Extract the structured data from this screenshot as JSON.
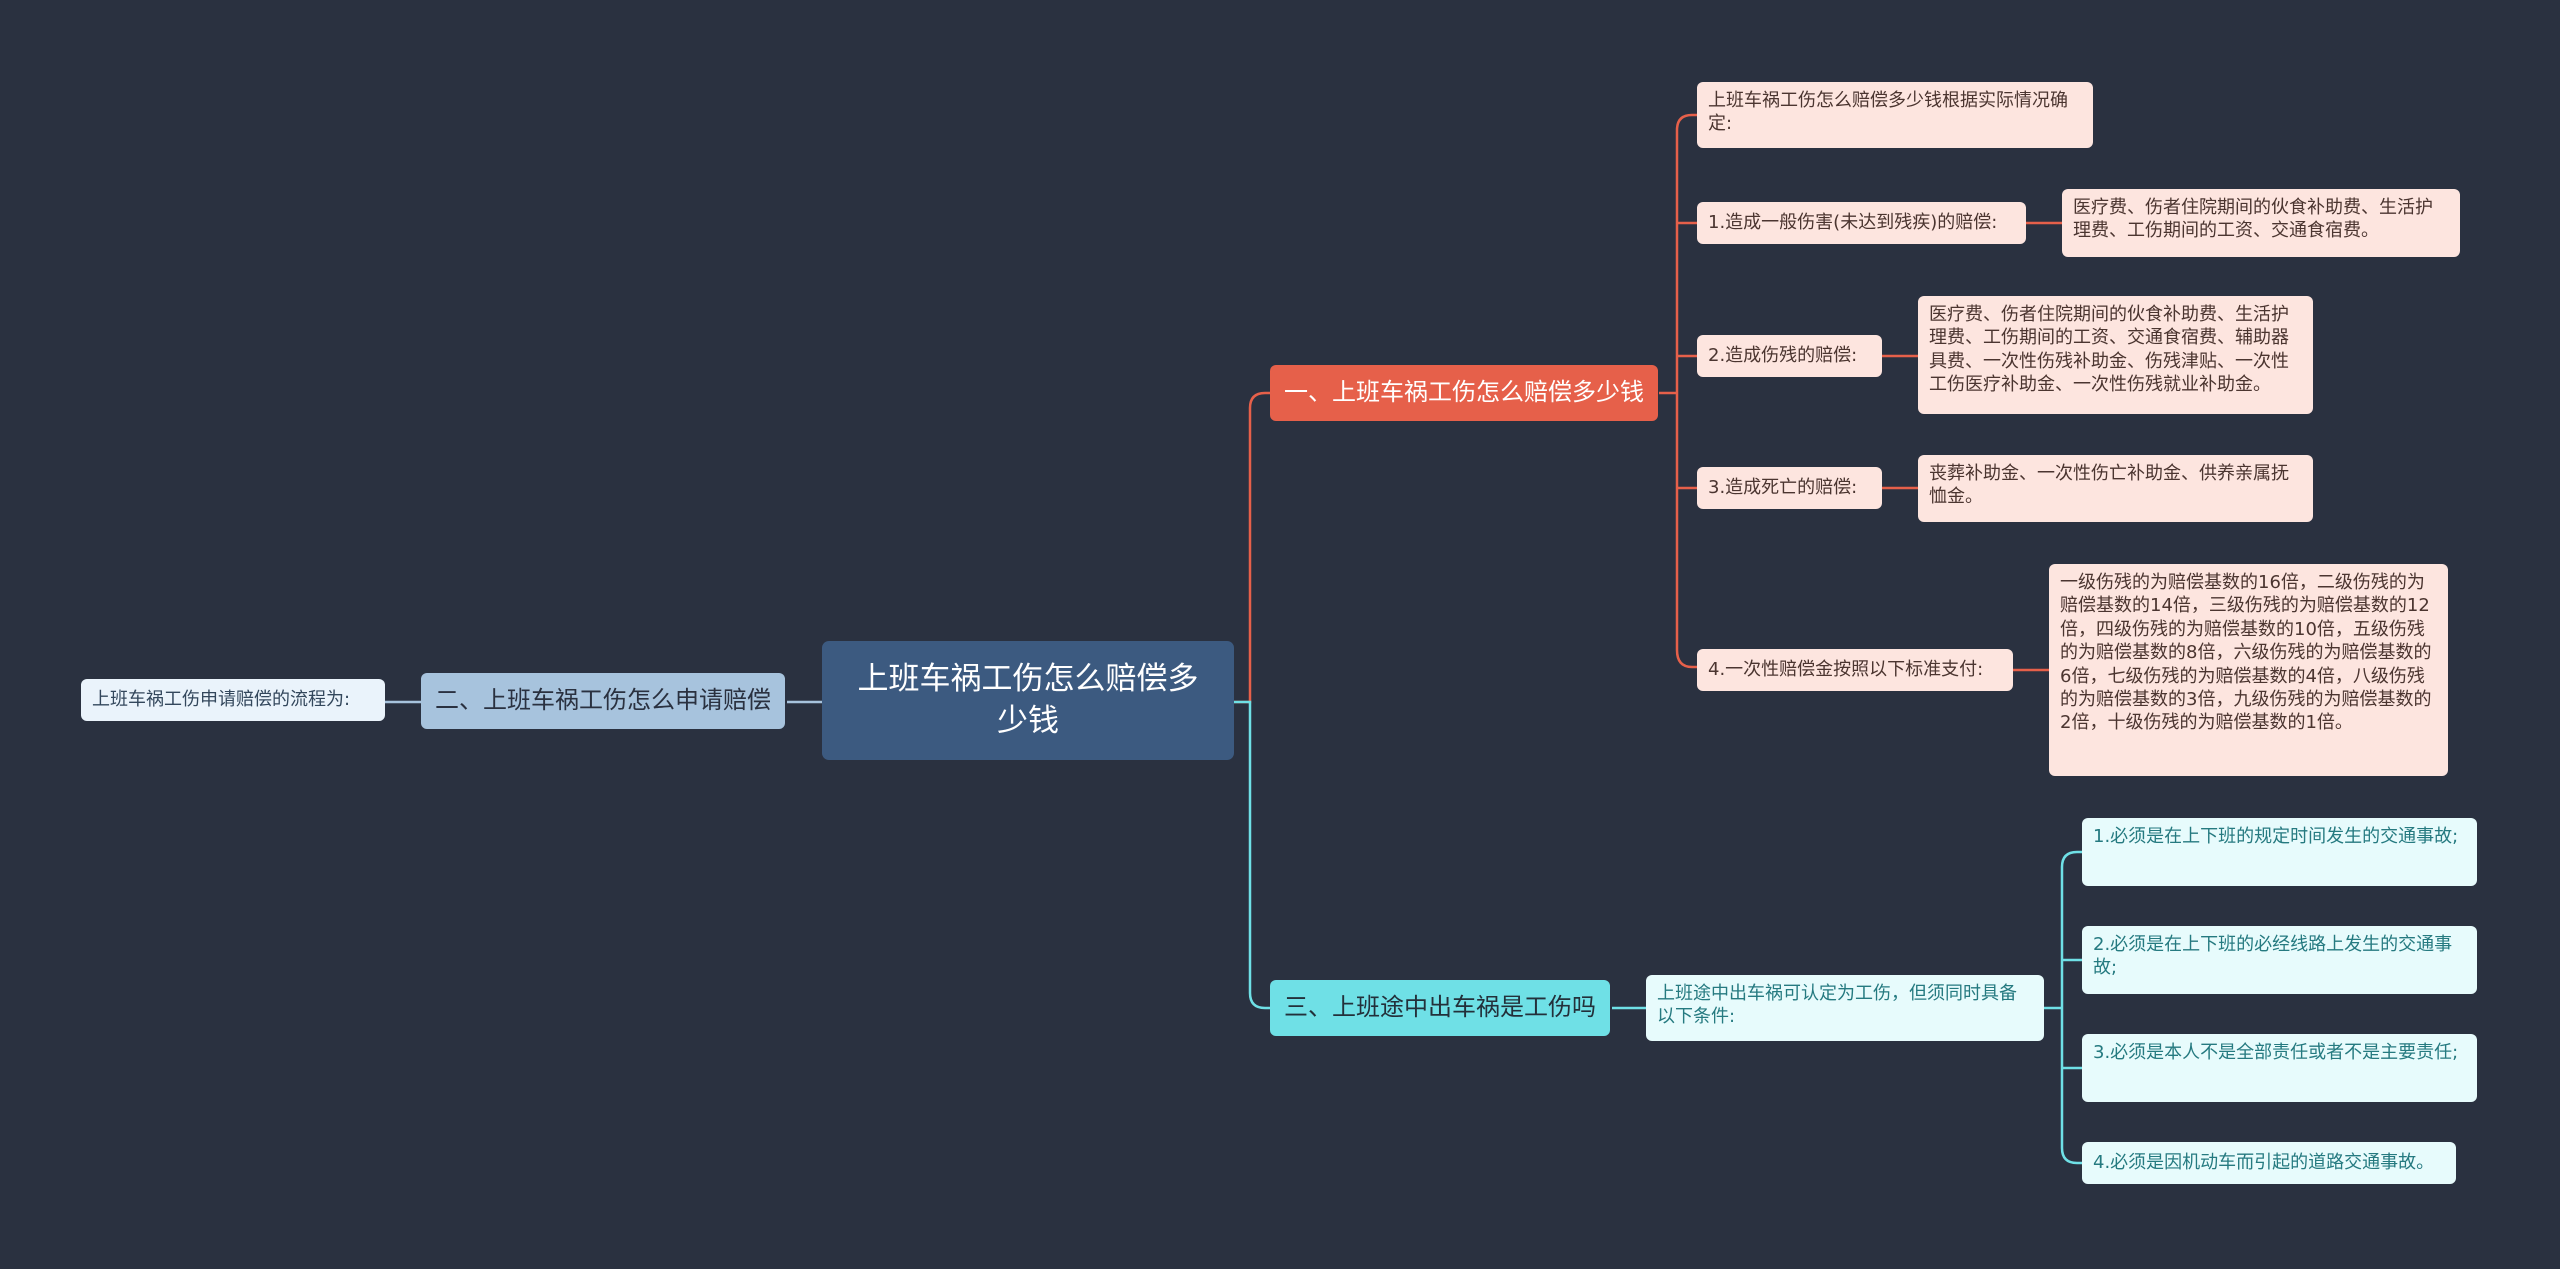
{
  "colors": {
    "background": "#2a3140",
    "root": "#3c5a80",
    "branch_red": "#e6604a",
    "branch_blue": "#a7c3dd",
    "branch_cyan": "#6fe0e6",
    "line_red": "#e6604a",
    "line_blue": "#a7c3dd",
    "line_cyan": "#6fe0e6"
  },
  "root": {
    "text": "上班车祸工伤怎么赔偿多少钱"
  },
  "branch1": {
    "title": "一、上班车祸工伤怎么赔偿多少钱",
    "intro": "上班车祸工伤怎么赔偿多少钱根据实际情况确定:",
    "items": [
      {
        "label": "1.造成一般伤害(未达到残疾)的赔偿:",
        "detail": "医疗费、伤者住院期间的伙食补助费、生活护理费、工伤期间的工资、交通食宿费。"
      },
      {
        "label": "2.造成伤残的赔偿:",
        "detail": "医疗费、伤者住院期间的伙食补助费、生活护理费、工伤期间的工资、交通食宿费、辅助器具费、一次性伤残补助金、伤残津贴、一次性工伤医疗补助金、一次性伤残就业补助金。"
      },
      {
        "label": "3.造成死亡的赔偿:",
        "detail": "丧葬补助金、一次性伤亡补助金、供养亲属抚恤金。"
      },
      {
        "label": "4.一次性赔偿金按照以下标准支付:",
        "detail": "一级伤残的为赔偿基数的16倍，二级伤残的为赔偿基数的14倍，三级伤残的为赔偿基数的12倍，四级伤残的为赔偿基数的10倍，五级伤残的为赔偿基数的8倍，六级伤残的为赔偿基数的6倍，七级伤残的为赔偿基数的4倍，八级伤残的为赔偿基数的3倍，九级伤残的为赔偿基数的2倍，十级伤残的为赔偿基数的1倍。"
      }
    ]
  },
  "branch2": {
    "title": "二、上班车祸工伤怎么申请赔偿",
    "child": "上班车祸工伤申请赔偿的流程为:"
  },
  "branch3": {
    "title": "三、上班途中出车祸是工伤吗",
    "child": "上班途中出车祸可认定为工伤，但须同时具备以下条件:",
    "conditions": [
      "1.必须是在上下班的规定时间发生的交通事故;",
      "2.必须是在上下班的必经线路上发生的交通事故;",
      "3.必须是本人不是全部责任或者不是主要责任;",
      "4.必须是因机动车而引起的道路交通事故。"
    ]
  }
}
